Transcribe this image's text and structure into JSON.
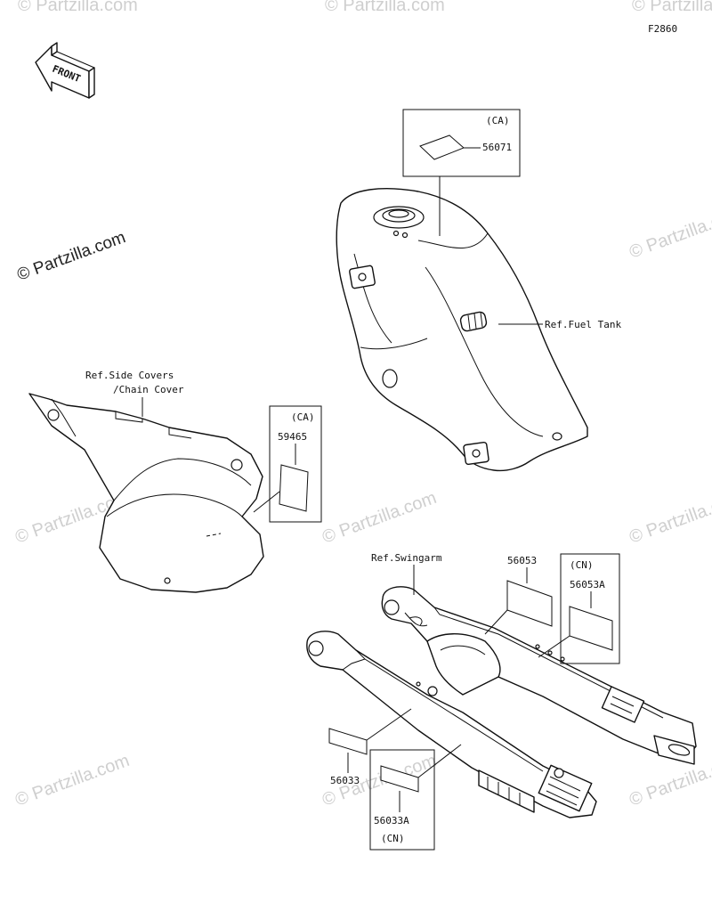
{
  "diagram_code": "F2860",
  "front_arrow": {
    "label": "FRONT",
    "icon": "front-arrow-icon"
  },
  "watermark": {
    "main": "© Partzilla.com",
    "tile": "© Partzilla.com"
  },
  "colors": {
    "ink": "#111111",
    "watermark": "#cfcfcf",
    "background": "#ffffff"
  },
  "callouts": {
    "fuel_tank_region": "(CA)",
    "fuel_tank_part": "56071",
    "fuel_tank_ref": "Ref.Fuel Tank",
    "side_cover_ref_line1": "Ref.Side Covers",
    "side_cover_ref_line2": "/Chain Cover",
    "side_cover_region": "(CA)",
    "side_cover_part": "59465",
    "swingarm_ref": "Ref.Swingarm",
    "swingarm_part_a": "56053",
    "swingarm_cn_region": "(CN)",
    "swingarm_part_b": "56053A",
    "swingarm_part_c": "56033",
    "swingarm_part_d": "56033A",
    "swingarm_cn_region_2": "(CN)"
  }
}
